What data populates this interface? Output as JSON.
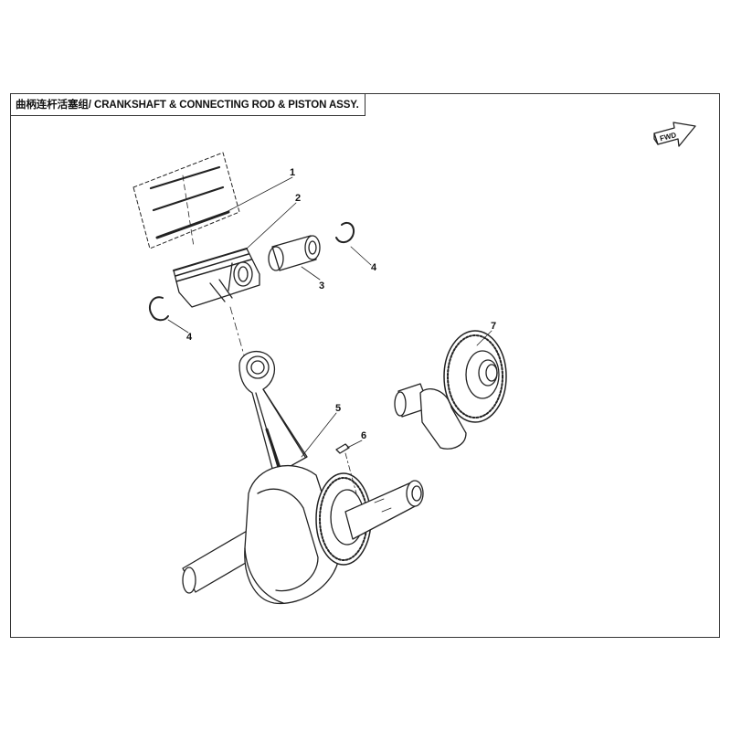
{
  "title": "曲柄连杆活塞组/ CRANKSHAFT & CONNECTING ROD & PISTON ASSY.",
  "fwd_label": "FWD",
  "callouts": [
    "1",
    "2",
    "3",
    "4",
    "4",
    "5",
    "6",
    "7"
  ],
  "colors": {
    "line": "#222222",
    "frame": "#333333",
    "background": "#ffffff"
  }
}
